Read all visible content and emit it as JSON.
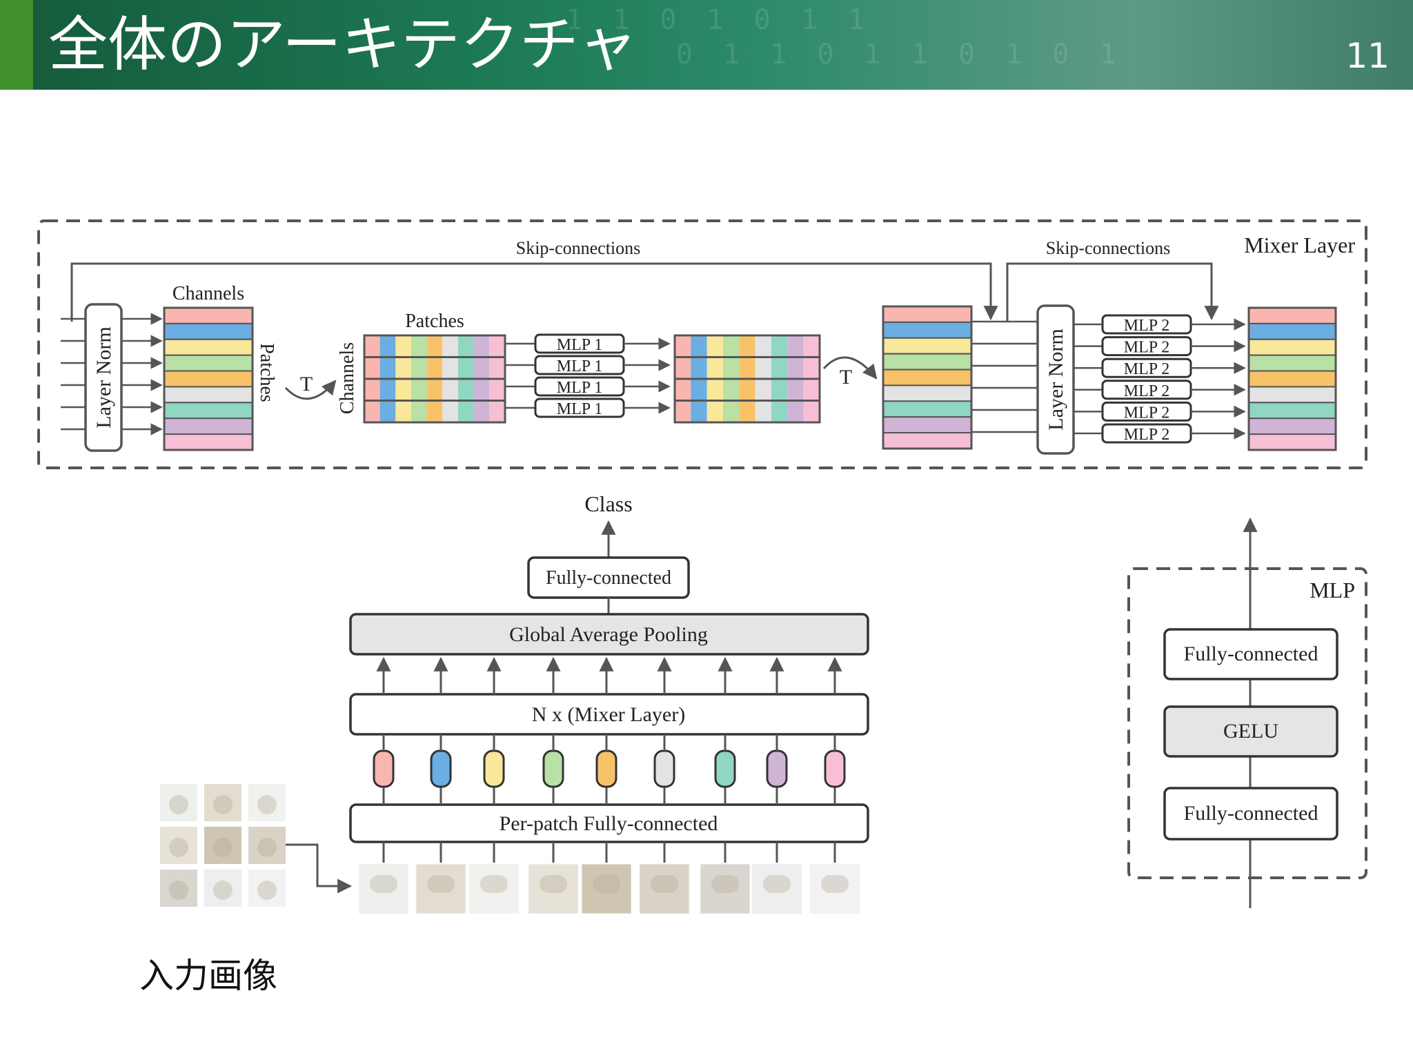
{
  "slide": {
    "title": "全体のアーキテクチャ",
    "page_number": "11"
  },
  "header_decoration": [
    "1 1 0 1 0 1 1",
    "0 1 1 0 1 1 0 1 0 1"
  ],
  "mixer_layer": {
    "title": "Mixer Layer",
    "skip_label_1": "Skip-connections",
    "skip_label_2": "Skip-connections",
    "layer_norm": "Layer Norm",
    "channels": "Channels",
    "patches": "Patches",
    "transpose": "T",
    "token_mlp": "MLP 1",
    "channel_mlp": "MLP 2"
  },
  "network": {
    "class_label": "Class",
    "head": "Fully-connected",
    "pooling": "Global Average Pooling",
    "mixer_stack": "N x (Mixer Layer)",
    "embedding": "Per-patch Fully-connected"
  },
  "mlp_block": {
    "title": "MLP",
    "fc_top": "Fully-connected",
    "activation": "GELU",
    "fc_bottom": "Fully-connected"
  },
  "input_caption": "入力画像",
  "colors": {
    "token_colors": [
      "#f9b6b0",
      "#6aaee3",
      "#f9e79a",
      "#b9e0a5",
      "#f8c268",
      "#e3e3e3",
      "#8fd6c3",
      "#cfb4d6",
      "#f7bfd6"
    ],
    "channel_stripe_colors": [
      "#f9b6b0",
      "#6aaee3",
      "#f9e79a",
      "#b9e0a5",
      "#f8c268",
      "#e3e3e3",
      "#8fd6c3",
      "#cfb4d6",
      "#f7bfd6"
    ],
    "gray_box": "#e5e5e8",
    "line": "#555555"
  }
}
